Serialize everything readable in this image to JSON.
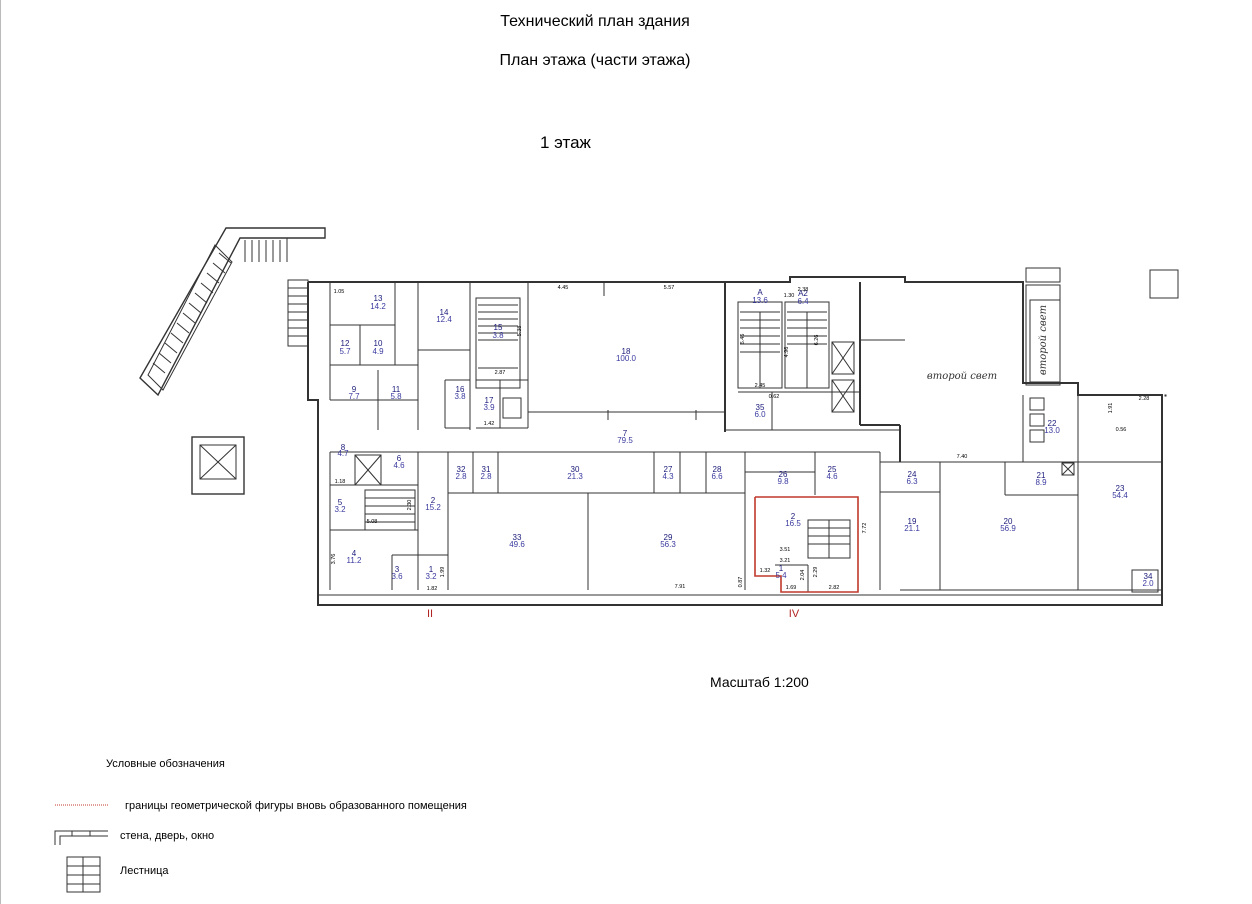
{
  "header": {
    "title": "Технический план здания",
    "subtitle": "План этажа (части этажа)",
    "floor": "1 этаж"
  },
  "scale": "Масштаб 1:200",
  "axes": [
    "II",
    "IV"
  ],
  "second_light": [
    "второй свет",
    "второй свет"
  ],
  "rooms": [
    {
      "num": "13",
      "area": "14.2"
    },
    {
      "num": "14",
      "area": "12.4"
    },
    {
      "num": "12",
      "area": "5.7"
    },
    {
      "num": "10",
      "area": "4.9"
    },
    {
      "num": "9",
      "area": "7.7"
    },
    {
      "num": "11",
      "area": "5.8"
    },
    {
      "num": "15",
      "area": "3.8"
    },
    {
      "num": "16",
      "area": "3.8"
    },
    {
      "num": "17",
      "area": "3.9"
    },
    {
      "num": "18",
      "area": "100.0"
    },
    {
      "num": "A",
      "area": "13.6"
    },
    {
      "num": "A2",
      "area": "6.4"
    },
    {
      "num": "35",
      "area": "6.0"
    },
    {
      "num": "7",
      "area": "79.5"
    },
    {
      "num": "8",
      "area": "4.7"
    },
    {
      "num": "6",
      "area": "4.6"
    },
    {
      "num": "5",
      "area": "3.2"
    },
    {
      "num": "2",
      "area": "15.2"
    },
    {
      "num": "32",
      "area": "2.8"
    },
    {
      "num": "31",
      "area": "2.8"
    },
    {
      "num": "30",
      "area": "21.3"
    },
    {
      "num": "27",
      "area": "4.3"
    },
    {
      "num": "28",
      "area": "6.6"
    },
    {
      "num": "26",
      "area": "9.8"
    },
    {
      "num": "25",
      "area": "4.6"
    },
    {
      "num": "24",
      "area": "6.3"
    },
    {
      "num": "22",
      "area": "13.0"
    },
    {
      "num": "21",
      "area": "8.9"
    },
    {
      "num": "23",
      "area": "54.4"
    },
    {
      "num": "33",
      "area": "49.6"
    },
    {
      "num": "29",
      "area": "56.3"
    },
    {
      "num": "2",
      "area": "16.5"
    },
    {
      "num": "1",
      "area": "5.4"
    },
    {
      "num": "19",
      "area": "21.1"
    },
    {
      "num": "20",
      "area": "56.9"
    },
    {
      "num": "4",
      "area": "11.2"
    },
    {
      "num": "3",
      "area": "3.6"
    },
    {
      "num": "1",
      "area": "3.2"
    },
    {
      "num": "34",
      "area": "2.0"
    }
  ],
  "dimensions": [
    "1.05",
    "4.45",
    "5.57",
    "1.30",
    "2.38",
    "2.87",
    "5.38",
    "1.42",
    "2.45",
    "0.62",
    "4.96",
    "6.26",
    "6.46",
    "7.40",
    "1.91",
    "0.56",
    "2.28",
    "1.18",
    "2.30",
    "5.08",
    "3.76",
    "1.99",
    "1.82",
    "7.91",
    "0.87",
    "3.51",
    "3.21",
    "1.32",
    "2.04",
    "2.29",
    "1.69",
    "2.82",
    "7.72"
  ],
  "legend": {
    "title": "Условные обозначения",
    "items": [
      {
        "label": "границы геометрической фигуры вновь образованного помещения"
      },
      {
        "label": "стена, дверь, окно"
      },
      {
        "label": "Лестница"
      }
    ]
  },
  "colors": {
    "boundary": "#c0392b",
    "wall": "#333333",
    "labels": "#1a1a7a"
  }
}
